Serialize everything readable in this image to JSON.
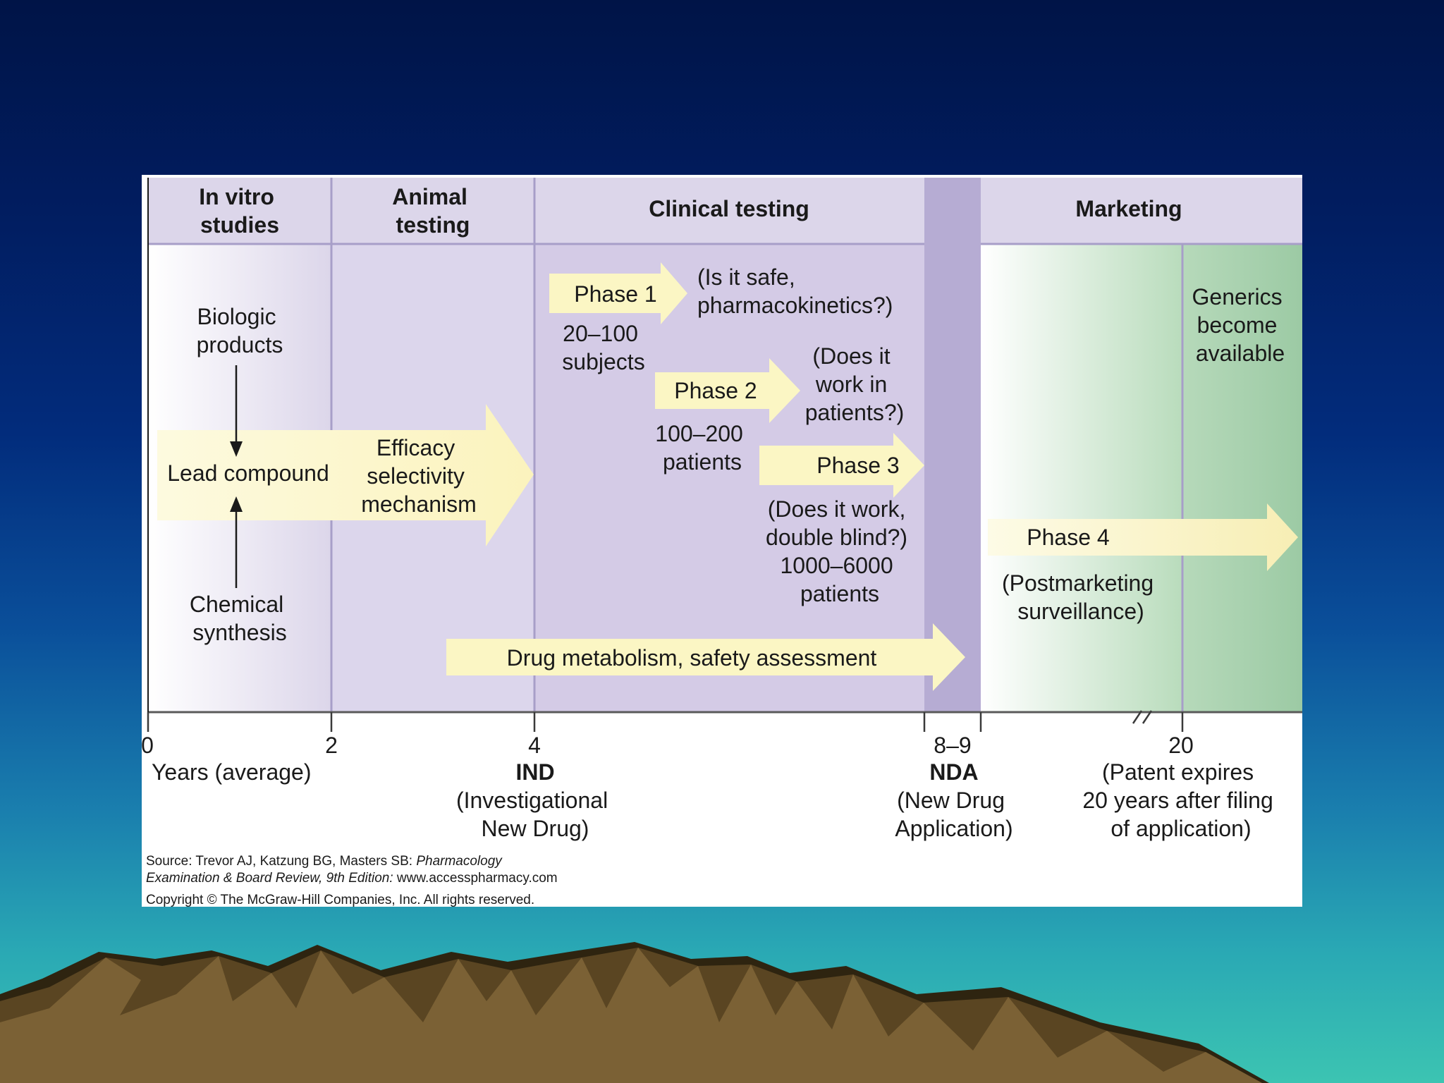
{
  "headers": {
    "in_vitro": [
      "In vitro",
      "studies"
    ],
    "animal": [
      "Animal",
      "testing"
    ],
    "clinical": "Clinical testing",
    "marketing": "Marketing"
  },
  "in_vitro": {
    "biologic": [
      "Biologic",
      "products"
    ],
    "lead": "Lead compound",
    "chemical": [
      "Chemical",
      "synthesis"
    ]
  },
  "animal": {
    "efficacy": [
      "Efficacy",
      "selectivity",
      "mechanism"
    ]
  },
  "phases": {
    "phase1": {
      "label": "Phase 1",
      "question": [
        "(Is it safe,",
        "pharmacokinetics?)"
      ],
      "subjects": [
        "20–100",
        "subjects"
      ]
    },
    "phase2": {
      "label": "Phase 2",
      "question": [
        "(Does it",
        "work in",
        "patients?)"
      ],
      "subjects": [
        "100–200",
        "patients"
      ]
    },
    "phase3": {
      "label": "Phase 3",
      "question": [
        "(Does it work,",
        "double blind?)",
        "1000–6000",
        "patients"
      ]
    },
    "phase4": {
      "label": "Phase 4",
      "question": [
        "(Postmarketing",
        "surveillance)"
      ]
    }
  },
  "drug_metabolism": "Drug metabolism, safety assessment",
  "generics": [
    "Generics",
    "become",
    "available"
  ],
  "axis": {
    "ticks": [
      "0",
      "2",
      "4",
      "8–9",
      "20"
    ],
    "years_label": "Years (average)",
    "ind": {
      "abbr": "IND",
      "desc": [
        "(Investigational",
        "New Drug)"
      ]
    },
    "nda": {
      "abbr": "NDA",
      "desc": [
        "(New Drug",
        "Application)"
      ]
    },
    "patent": [
      "(Patent expires",
      "20 years after filing",
      "of application)"
    ]
  },
  "source": {
    "line1_prefix": "Source: Trevor AJ, Katzung BG, Masters SB: ",
    "line1_italic": "Pharmacology",
    "line2_italic": "Examination & Board Review, 9th Edition: ",
    "line2_suffix": "www.accesspharmacy.com",
    "copyright": "Copyright © The McGraw-Hill Companies, Inc. All rights reserved."
  },
  "colors": {
    "header_bg": "#dcd6ea",
    "animal_bg": "#dcd6ec",
    "clinical_bg": "#d4cbe6",
    "nda_band": "#b6acd3",
    "arrow_fill": "#fbf6c4",
    "marketing_green": "#9fcba7"
  }
}
